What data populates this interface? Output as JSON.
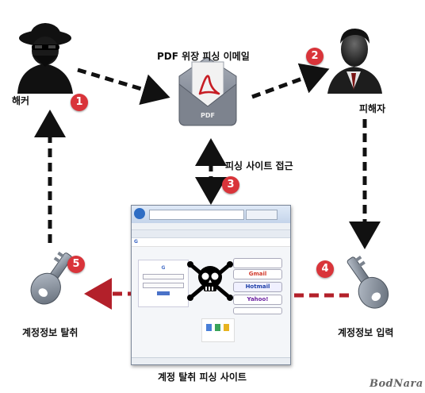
{
  "labels": {
    "hacker": "해커",
    "email": "PDF 위장 피싱 이메일",
    "victim": "피해자",
    "phishing_access": "피싱 사이트 접근",
    "stolen": "계정정보 탈취",
    "input": "계정정보 입력",
    "site": "계정 탈취 피싱 사이트"
  },
  "steps": [
    "1",
    "2",
    "3",
    "4",
    "5"
  ],
  "brand": "BodNara",
  "screenshot": {
    "hotmail": "Hotmail",
    "gmail": "Gmail",
    "yahoo": "Yahoo!"
  },
  "colors": {
    "arrow_black": "#111111",
    "arrow_red": "#b3202a",
    "badge": "#d9343a"
  }
}
